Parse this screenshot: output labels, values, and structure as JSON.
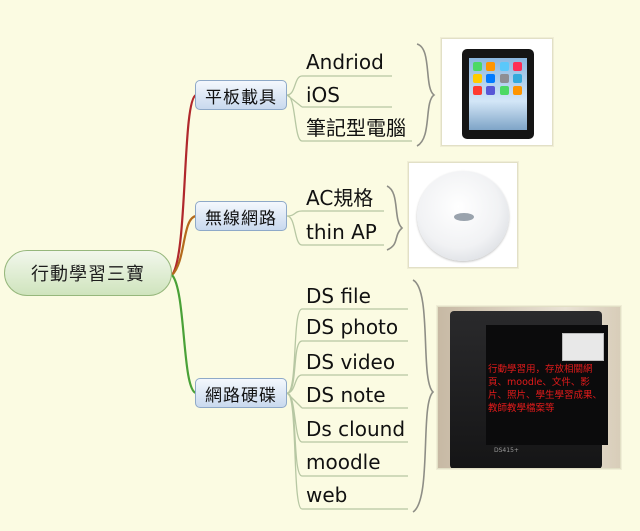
{
  "diagram": {
    "root": "行動學習三寶",
    "branches": [
      {
        "label": "平板載具",
        "leaves": [
          "Andriod",
          "iOS",
          "筆記型電腦"
        ]
      },
      {
        "label": "無線網路",
        "leaves": [
          "AC規格",
          "thin AP"
        ]
      },
      {
        "label": "網路硬碟",
        "leaves": [
          "DS file",
          "DS photo",
          "DS video",
          "DS note",
          "Ds clound",
          "moodle",
          "web"
        ]
      }
    ],
    "nas_photo_caption": "行動學習用，存放相關網頁、moodle、文件、影片、照片、學生學習成果、教師教學檔案等",
    "nas_brand": "DS415+"
  },
  "colors": {
    "background": "#fbfbe2",
    "branch_1_line": "#b0282c",
    "branch_2_line": "#b46a1c",
    "branch_3_line": "#49a137",
    "leaf_line": "#b7c7a3",
    "caption_text": "#e21b1b"
  },
  "icons": {
    "branch_1_image": "ipad-photo",
    "branch_2_image": "wireless-access-point-photo",
    "branch_3_image": "nas-storage-photo"
  }
}
